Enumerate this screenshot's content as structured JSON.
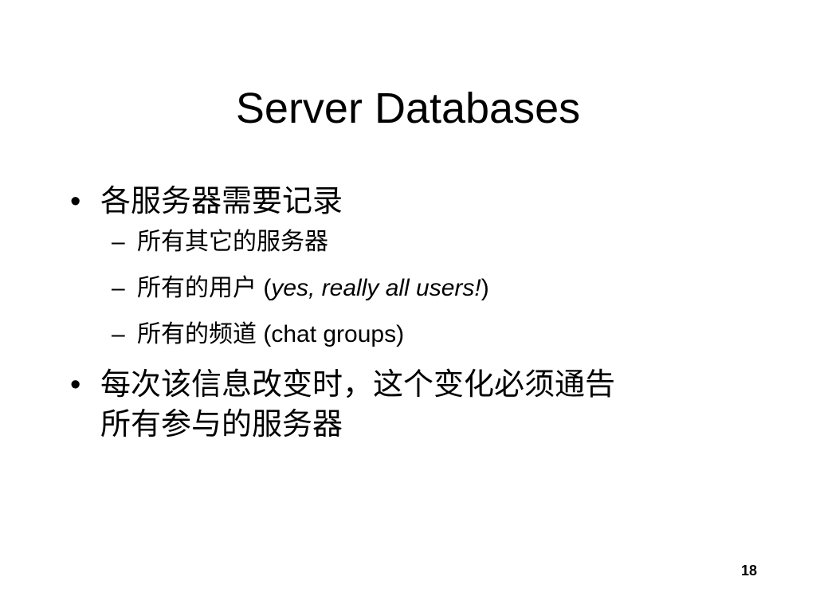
{
  "slide": {
    "title": "Server Databases",
    "bullets": [
      {
        "marker": "•",
        "text": "各服务器需要记录",
        "subitems": [
          {
            "dash": "–",
            "text": "所有其它的服务器"
          },
          {
            "dash": "–",
            "text_prefix": "所有的用户 (",
            "text_italic": "yes, really all users!",
            "text_suffix": ")"
          },
          {
            "dash": "–",
            "text": "所有的频道 (chat groups)"
          }
        ]
      },
      {
        "marker": "•",
        "line1": "每次该信息改变时，这个变化必须通告",
        "line2": "所有参与的服务器"
      }
    ],
    "page_number": "18"
  }
}
